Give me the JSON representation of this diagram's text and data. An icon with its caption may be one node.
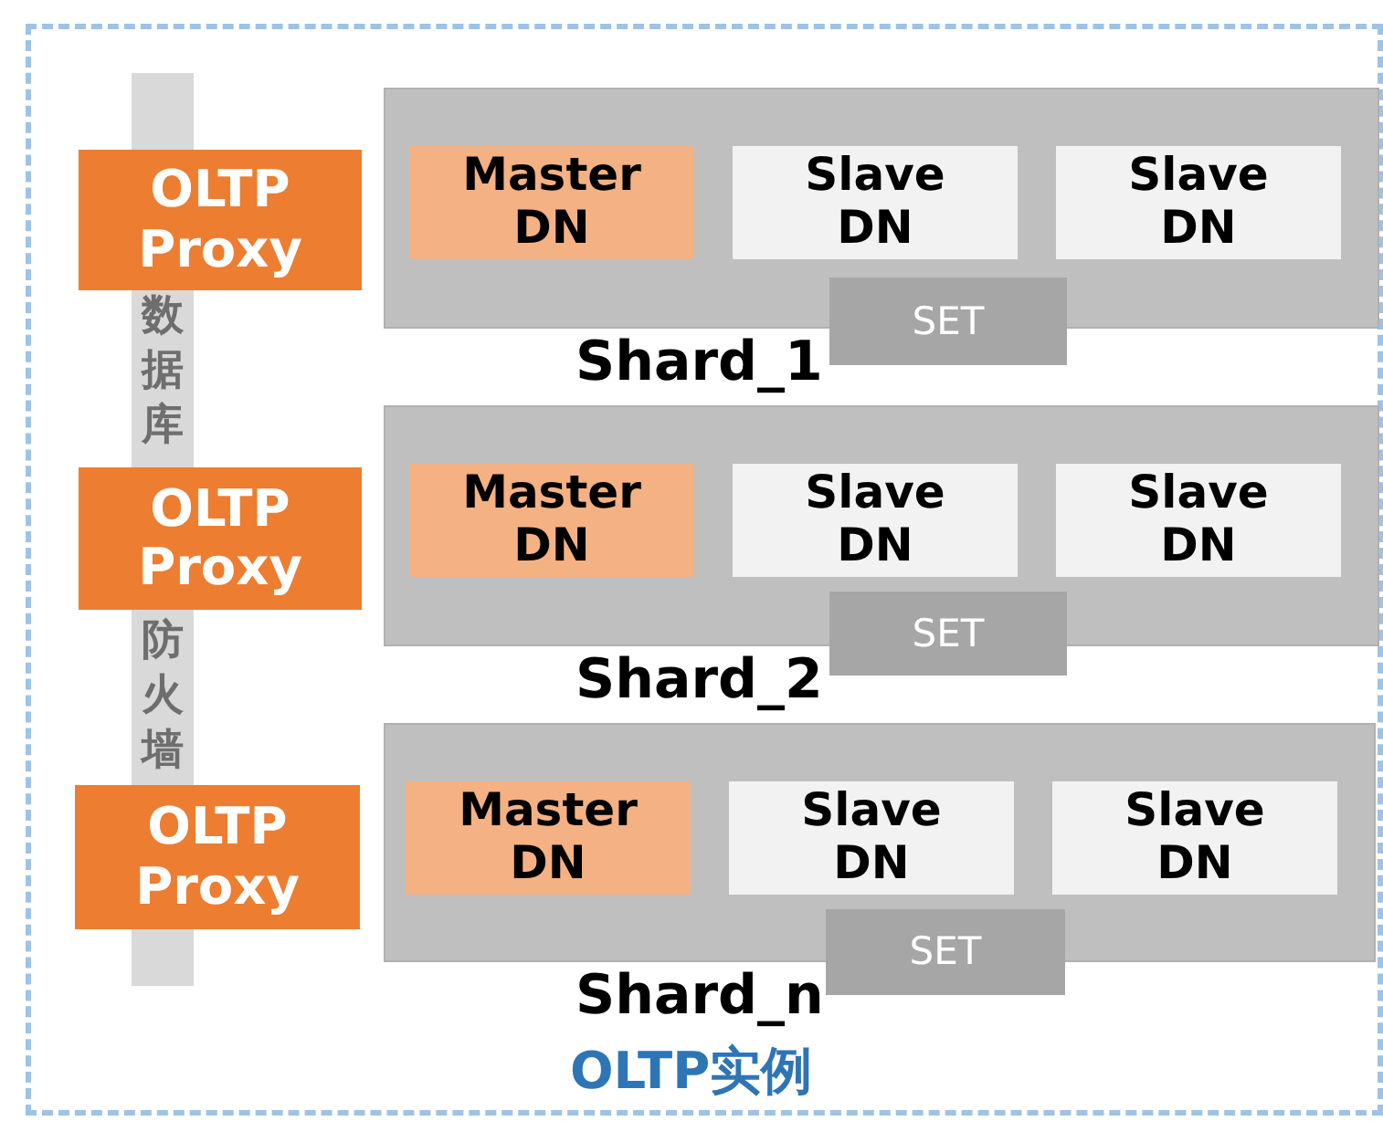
{
  "diagram": {
    "nodes": [
      {
        "text": [
          "OLTP实例"
        ]
      },
      {
        "text": [
          "数据库",
          "防火墙"
        ],
        "in": 0
      },
      {
        "text": [
          "OLTP Proxy"
        ],
        "in": 0
      },
      {
        "text": [
          "Shard_1"
        ],
        "in": 0
      },
      {
        "text": [
          "Master DN"
        ],
        "in": 3
      },
      {
        "text": [
          "Slave DN"
        ],
        "in": 3
      },
      {
        "text": [
          "Slave DN"
        ],
        "in": 3
      },
      {
        "text": [
          "SET"
        ],
        "in": 0
      },
      {
        "text": [
          "OLTP Proxy"
        ],
        "in": 0
      },
      {
        "text": [
          "Shard_2"
        ],
        "in": 0
      },
      {
        "text": [
          "Master DN"
        ],
        "in": 9
      },
      {
        "text": [
          "Slave DN"
        ],
        "in": 9
      },
      {
        "text": [
          "Slave DN"
        ],
        "in": 9
      },
      {
        "text": [
          "SET"
        ],
        "in": 0
      },
      {
        "text": [
          "OLTP Proxy"
        ],
        "in": 0
      },
      {
        "text": [
          "Shard_n"
        ],
        "in": 0
      },
      {
        "text": [
          "Master DN"
        ],
        "in": 15
      },
      {
        "text": [
          "Slave DN"
        ],
        "in": 15
      },
      {
        "text": [
          "Slave DN"
        ],
        "in": 15
      },
      {
        "text": [
          "SET"
        ],
        "in": 0
      }
    ]
  }
}
